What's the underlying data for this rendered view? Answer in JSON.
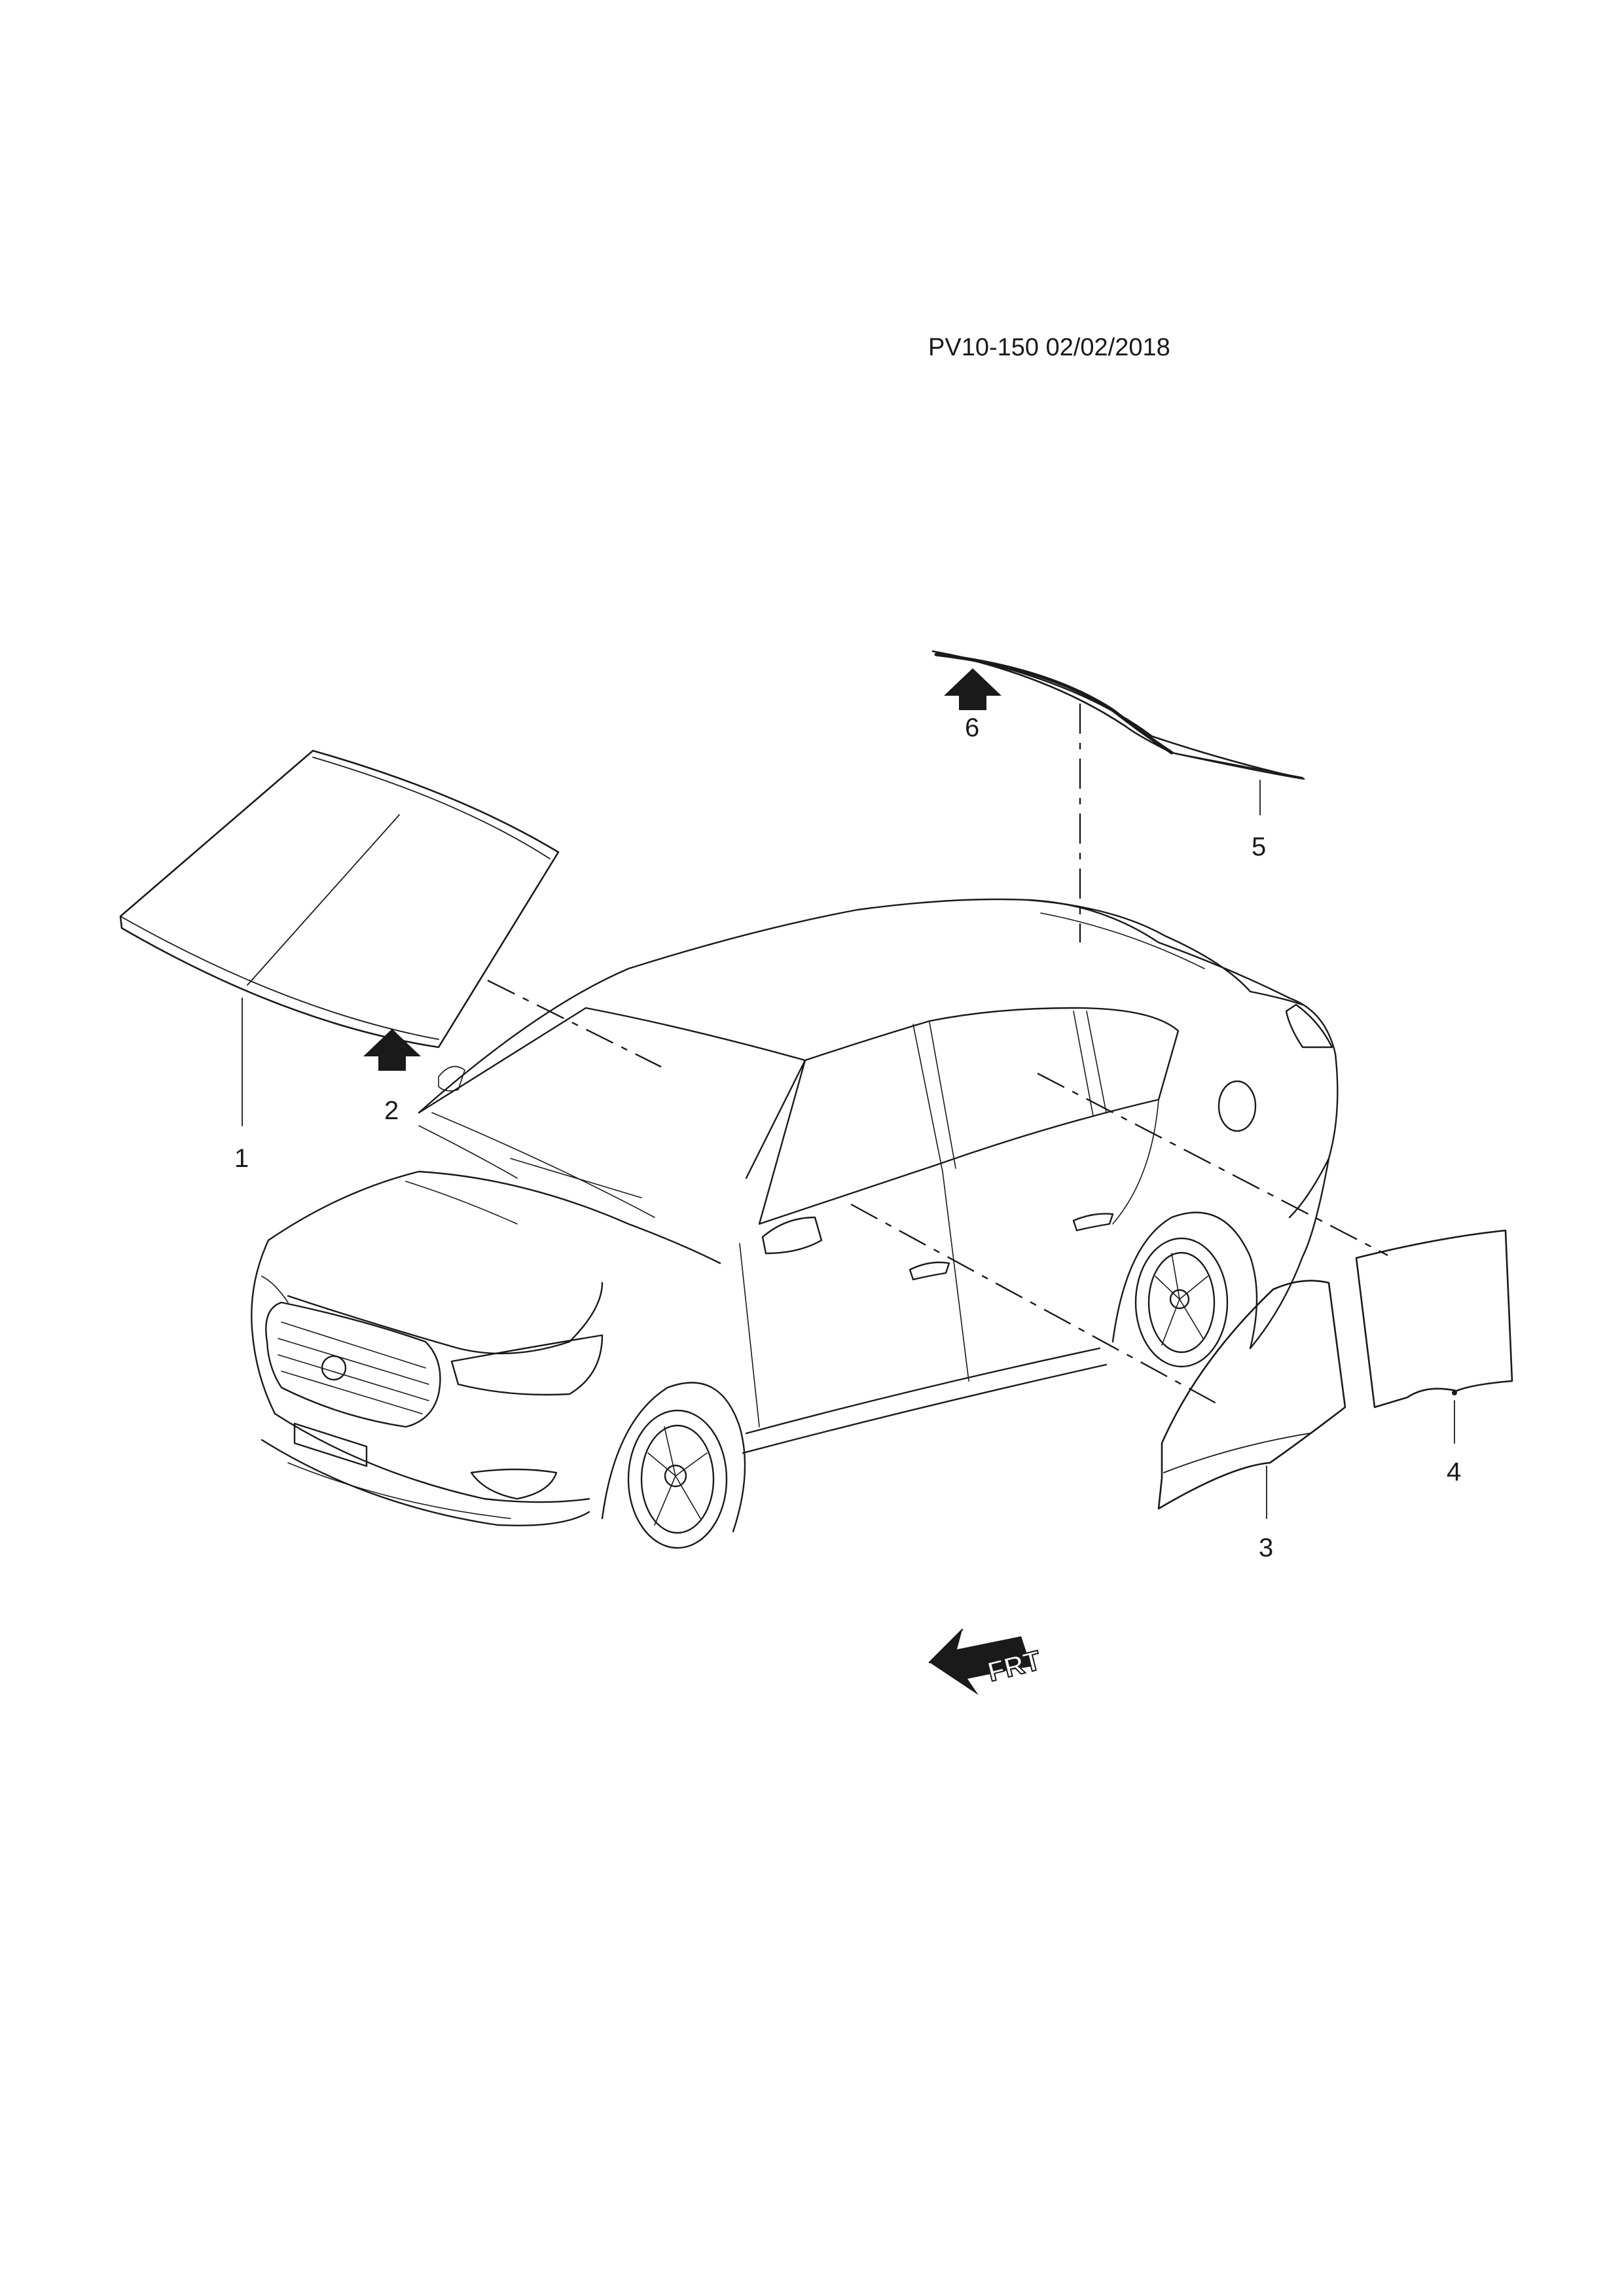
{
  "header": {
    "document_id": "PV10-150 02/02/2018"
  },
  "callouts": [
    {
      "number": "1",
      "part": "windshield"
    },
    {
      "number": "2",
      "part": "front-arrow-marker"
    },
    {
      "number": "3",
      "part": "front-door-window-glass"
    },
    {
      "number": "4",
      "part": "rear-door-window-glass"
    },
    {
      "number": "5",
      "part": "rear-window-glass"
    },
    {
      "number": "6",
      "part": "rear-arrow-marker"
    }
  ],
  "direction_indicator": {
    "label": "FRT",
    "icon": "front-direction-arrow-icon"
  },
  "colors": {
    "line": "#1a1a1a",
    "background": "#ffffff"
  }
}
